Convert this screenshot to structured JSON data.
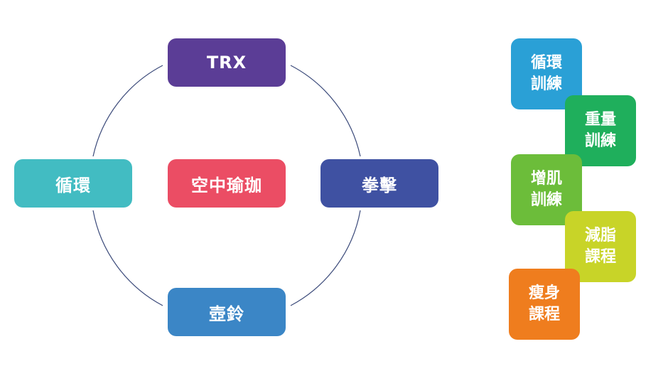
{
  "cycle": {
    "ring_color": "#3b4a7a",
    "top": {
      "label": "TRX",
      "color": "#5b3d96"
    },
    "left": {
      "label": "循環",
      "color": "#42bcc2"
    },
    "center": {
      "label": "空中瑜珈",
      "color": "#eb4d64"
    },
    "right": {
      "label": "拳擊",
      "color": "#3f51a2"
    },
    "bottom": {
      "label": "壺鈴",
      "color": "#3b86c6"
    }
  },
  "stack": [
    {
      "line1": "循環",
      "line2": "訓練",
      "color": "#2aa0d6"
    },
    {
      "line1": "重量",
      "line2": "訓練",
      "color": "#1faf5c"
    },
    {
      "line1": "增肌",
      "line2": "訓練",
      "color": "#6cbd3a"
    },
    {
      "line1": "減脂",
      "line2": "課程",
      "color": "#c8d428"
    },
    {
      "line1": "瘦身",
      "line2": "課程",
      "color": "#ef7d1e"
    }
  ]
}
